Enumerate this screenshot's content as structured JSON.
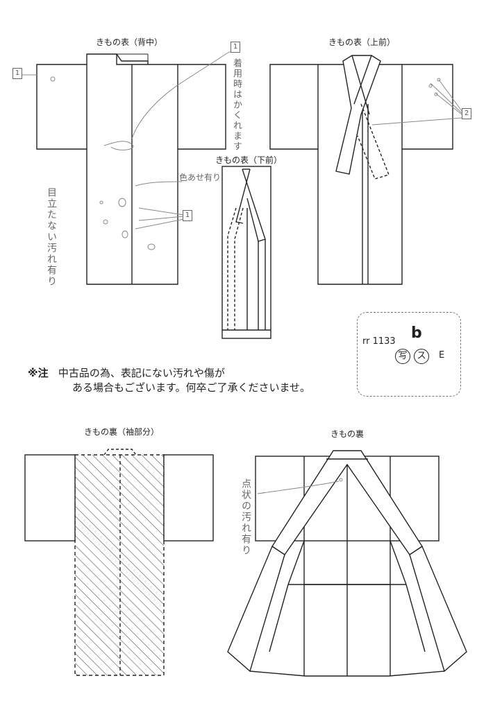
{
  "labels": {
    "omote_senaka": "きもの表（背中）",
    "omote_uwamae": "きもの表（上前）",
    "omote_shitamae": "きもの表（下前）",
    "ura_sode": "きもの裏（袖部分）",
    "ura": "きもの裏"
  },
  "notice": {
    "mark": "※注",
    "line1": "中古品の為、表記にない汚れや傷が",
    "line2": "ある場合もございます。何卒ご了承くださいませ。"
  },
  "code": {
    "prefix": "rr 1133",
    "letter": "b",
    "circle1": "写",
    "circle2": "ス",
    "suffix": "E"
  },
  "handwriting": {
    "wear_note": "着用時はかくれます",
    "fade_note": "色あせ有り",
    "stain_note_back": "目立たない汚れ有り",
    "stain_note_lining": "点状の汚れ有り"
  },
  "tags": {
    "t1": "1",
    "t2": "1",
    "t3": "1",
    "t4": "2"
  }
}
